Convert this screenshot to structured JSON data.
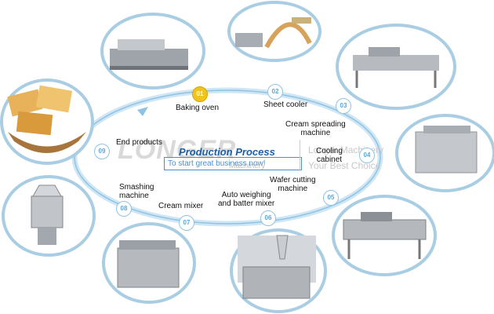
{
  "diagram": {
    "watermark": {
      "logo": "LONGER",
      "title": "Production Process",
      "subtitle": "To start great business now!",
      "brand_line1": "Longer Machinery",
      "brand_line2": "Your Best Choice",
      "machinery": "Machinery"
    },
    "steps": [
      {
        "number": "01",
        "label": "Baking oven"
      },
      {
        "number": "02",
        "label": "Sheet cooler"
      },
      {
        "number": "03",
        "label": "Cream spreading\nmachine"
      },
      {
        "number": "04",
        "label": "Cooling\ncabinet"
      },
      {
        "number": "05",
        "label": "Wafer cutting\nmachine"
      },
      {
        "number": "06",
        "label": "Auto weighing\nand batter mixer"
      },
      {
        "number": "07",
        "label": "Cream mixer"
      },
      {
        "number": "08",
        "label": "Smashing\nmachine"
      },
      {
        "number": "09",
        "label": "End products"
      }
    ]
  },
  "colors": {
    "ring": "#8fc3e3",
    "thumb_border": "#a9cde3",
    "first_step": "#f0c420",
    "steel": "#b8bcc2",
    "brand_blue": "#1b5fa8"
  }
}
